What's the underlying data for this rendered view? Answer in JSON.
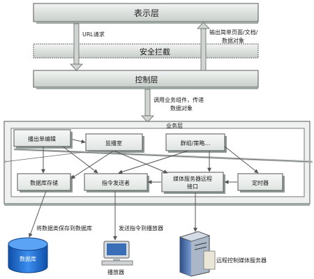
{
  "layers": {
    "presentation": "表示层",
    "security": "安全拦截",
    "control": "控制层",
    "business": "业务层"
  },
  "arrows": {
    "url_request": "URL请求",
    "output_line1": "输出简单页面/文档/",
    "output_line2": "数据对象",
    "invoke_line1": "调用业务组件，传递",
    "invoke_line2": "数据对象"
  },
  "components": {
    "playlist_edit": "播出单编辑",
    "studio": "监播室",
    "group_policy": "群组/策略…",
    "db_storage": "数据库存储",
    "cmd_sender": "指令发送者",
    "media_server_line1": "媒体服务器远程",
    "media_server_line2": "接口",
    "timer": "定时器"
  },
  "bottom": {
    "save_to_db": "将数据类保存到数据库",
    "send_to_player": "发送指令到播放器",
    "database": "数据库",
    "player": "播放器",
    "remote_media": "远程控制媒体服务器"
  },
  "colors": {
    "panel": "#e7ebe9",
    "panel_dark": "#9ea9a3",
    "border": "#444444",
    "arrow": "#555555",
    "database": "#1f6fd1",
    "server": "#4a6fa8"
  }
}
